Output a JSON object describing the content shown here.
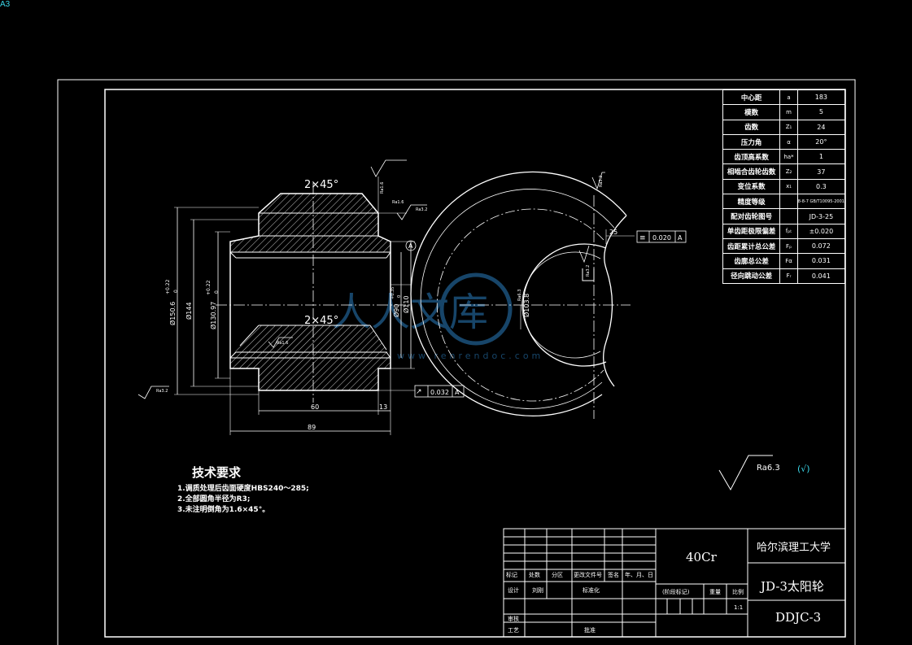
{
  "sheet": {
    "size_label": "A3"
  },
  "parameter_table": [
    {
      "name": "中心距",
      "symbol": "a",
      "value": "183"
    },
    {
      "name": "模数",
      "symbol": "m",
      "value": "5"
    },
    {
      "name": "齿数",
      "symbol": "Z₁",
      "value": "24"
    },
    {
      "name": "压力角",
      "symbol": "α",
      "value": "20°"
    },
    {
      "name": "齿顶高系数",
      "symbol": "ha*",
      "value": "1"
    },
    {
      "name": "相啮合齿轮齿数",
      "symbol": "Z₂",
      "value": "37"
    },
    {
      "name": "变位系数",
      "symbol": "x₁",
      "value": "0.3"
    },
    {
      "name": "精度等级",
      "symbol": "",
      "value": "8-8-7 GB/T10095-2001"
    },
    {
      "name": "配对齿轮图号",
      "symbol": "",
      "value": "JD-3-25"
    },
    {
      "name": "单齿距极限偏差",
      "symbol": "fₚₜ",
      "value": "±0.020"
    },
    {
      "name": "齿距累计总公差",
      "symbol": "Fₚ",
      "value": "0.072"
    },
    {
      "name": "齿廓总公差",
      "symbol": "Fα",
      "value": "0.031"
    },
    {
      "name": "径向跳动公差",
      "symbol": "Fᵣ",
      "value": "0.041"
    }
  ],
  "drawing": {
    "chamfer_top": "2×45°",
    "chamfer_inner": "2×45°",
    "dim_outer": "Ø150.6",
    "dim_outer_tol": "+0.22",
    "dim_outer_tol2": "0",
    "dim_144": "Ø144",
    "dim_root": "Ø130.97",
    "dim_root_tol": "+0.22",
    "dim_root_tol2": "0",
    "dim_bore": "Ø90",
    "dim_bore_tol": "+0.35",
    "dim_bore_tol2": "0",
    "dim_110": "Ø110",
    "dim_60": "60",
    "dim_13": "13",
    "dim_89": "89",
    "datum": "A",
    "runout_value": "0.032",
    "runout_datum": "A",
    "sym_value": "0.020",
    "sym_datum": "A",
    "dim_25": "25",
    "dim_keyway": "Ø103.8",
    "rough_a": "Ra1.6",
    "rough_b": "Ra3.2",
    "rough_c": "Ra1.6",
    "rough_d": "Ra3.2",
    "rough_e": "Ra6.3",
    "rough_f": "Ra3.2",
    "rough_g": "Ra3.2",
    "rough_side": "Ra1.6",
    "rough_general": "Ra6.3",
    "rough_general_mark": "(√)",
    "watermark": "人人文库",
    "watermark_url": "www.renrendoc.com"
  },
  "notes": {
    "title": "技术要求",
    "items": [
      "1.调质处理后齿面硬度HBS240～285;",
      "2.全部圆角半径为R3;",
      "3.未注明倒角为1.6×45°。"
    ]
  },
  "title_block": {
    "material": "40Cr",
    "school": "哈尔滨理工大学",
    "part_name": "JD-3太阳轮",
    "drawing_no": "DDJC-3",
    "row_labels": [
      "标记",
      "处数",
      "分区",
      "更改文件号",
      "签名",
      "年、月、日"
    ],
    "design": "设计",
    "designer": "刘刚",
    "standardization": "标准化",
    "stage_mark": "(阶段标记)",
    "weight": "重量",
    "scale": "比例",
    "scale_value": "1:1",
    "review": "审核",
    "process": "工艺",
    "approve": "批准"
  }
}
